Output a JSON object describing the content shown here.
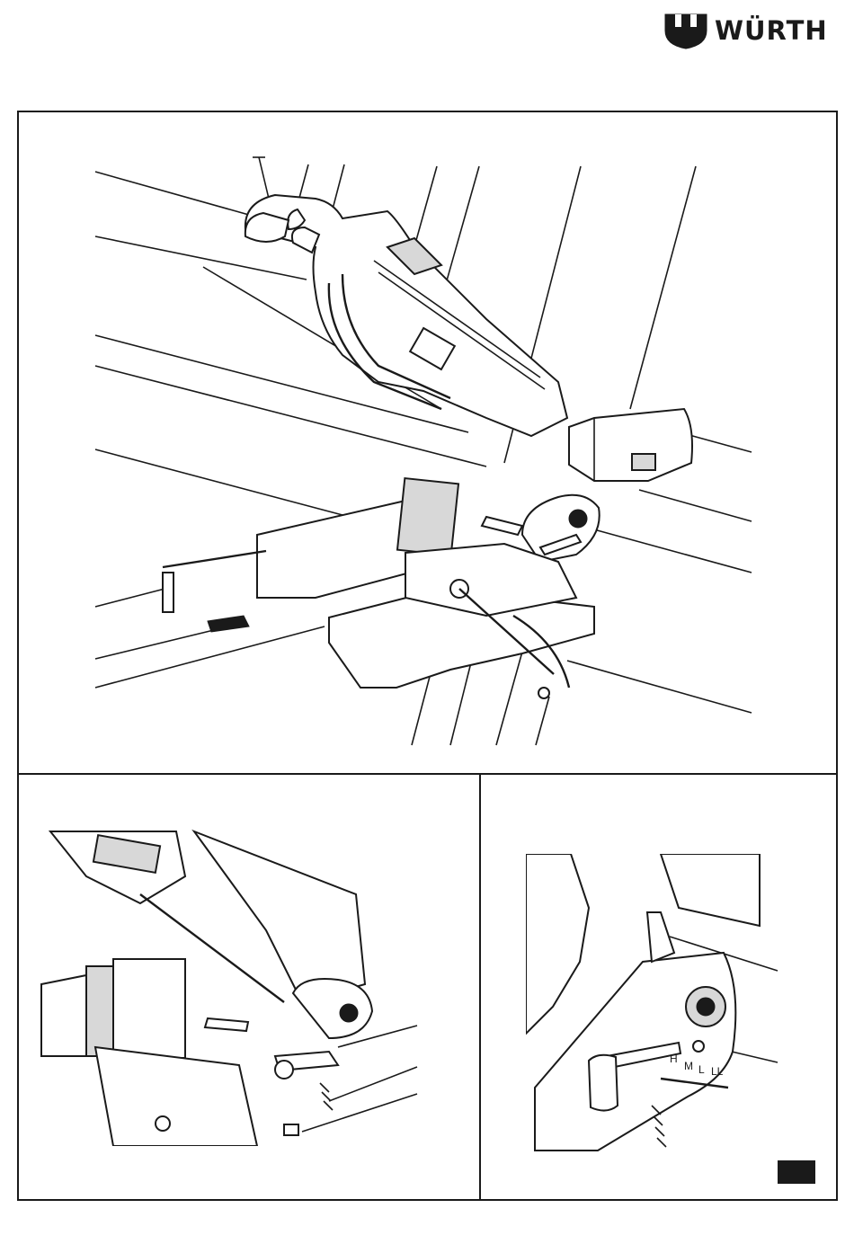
{
  "brand": {
    "name": "WÜRTH",
    "logo_icon": "wurth-shield-logo-icon",
    "color": "#1a1a1a"
  },
  "figures": [
    {
      "id": "main",
      "depicts": "band-saw-overview-drawing"
    },
    {
      "id": "detail-left",
      "depicts": "vise-and-clamp-lever-detail"
    },
    {
      "id": "detail-right",
      "depicts": "speed-selector-detail"
    }
  ],
  "speed_scale": {
    "labels": [
      "H",
      "M",
      "L",
      "LL"
    ]
  },
  "language_badge": {
    "icon": "language-code-badge-icon",
    "color": "#1a1a1a"
  }
}
